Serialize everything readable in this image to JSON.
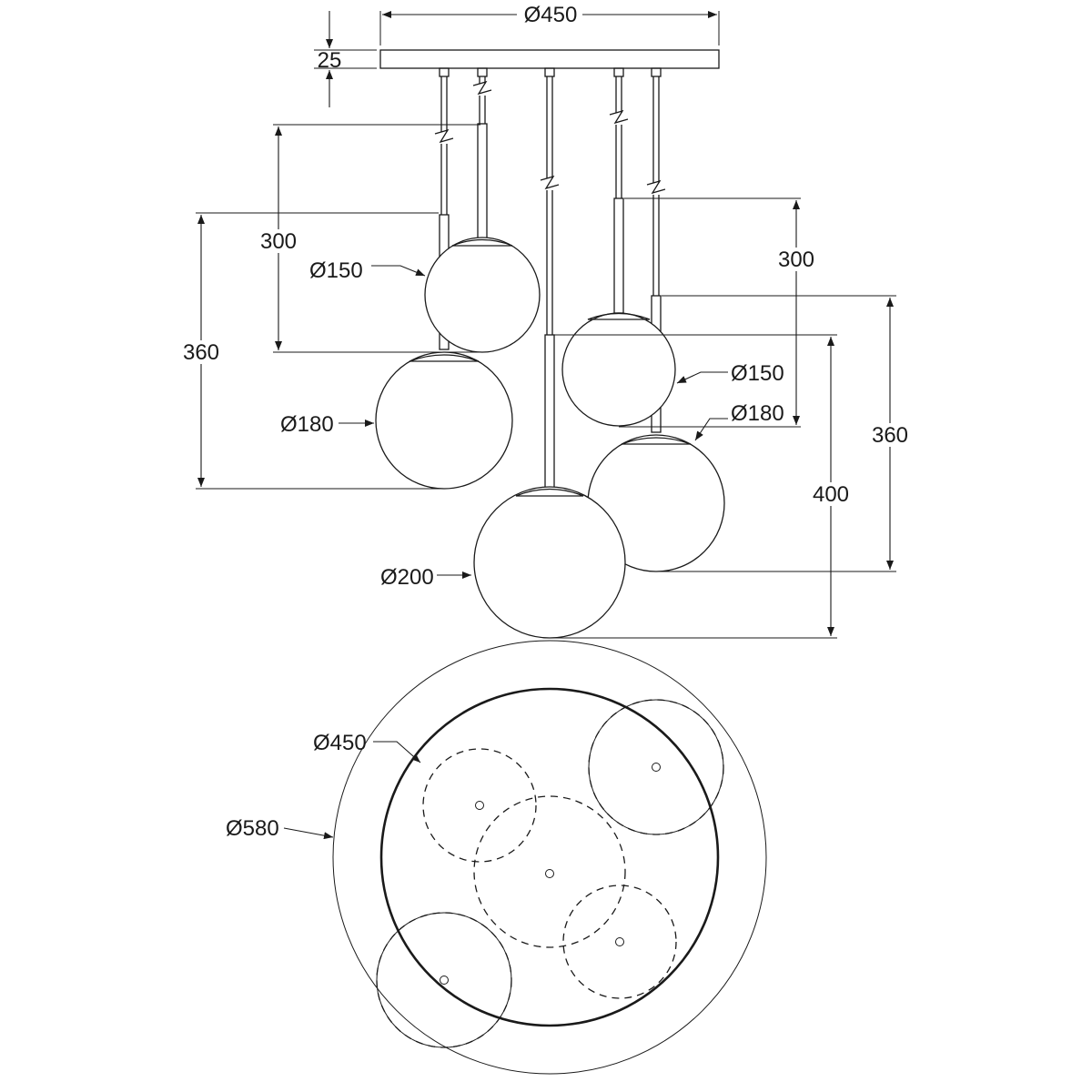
{
  "elevation": {
    "canopy_diameter": "Ø450",
    "canopy_height": "25",
    "globes": [
      {
        "label": "Ø150"
      },
      {
        "label": "Ø180"
      },
      {
        "label": "Ø150"
      },
      {
        "label": "Ø180"
      },
      {
        "label": "Ø200"
      }
    ],
    "drops": {
      "left_inner": "300",
      "left_outer": "360",
      "right_inner": "300",
      "right_outer": "360",
      "right_center": "400"
    }
  },
  "plan": {
    "canopy_diameter": "Ø450",
    "overall_diameter": "Ø580"
  }
}
